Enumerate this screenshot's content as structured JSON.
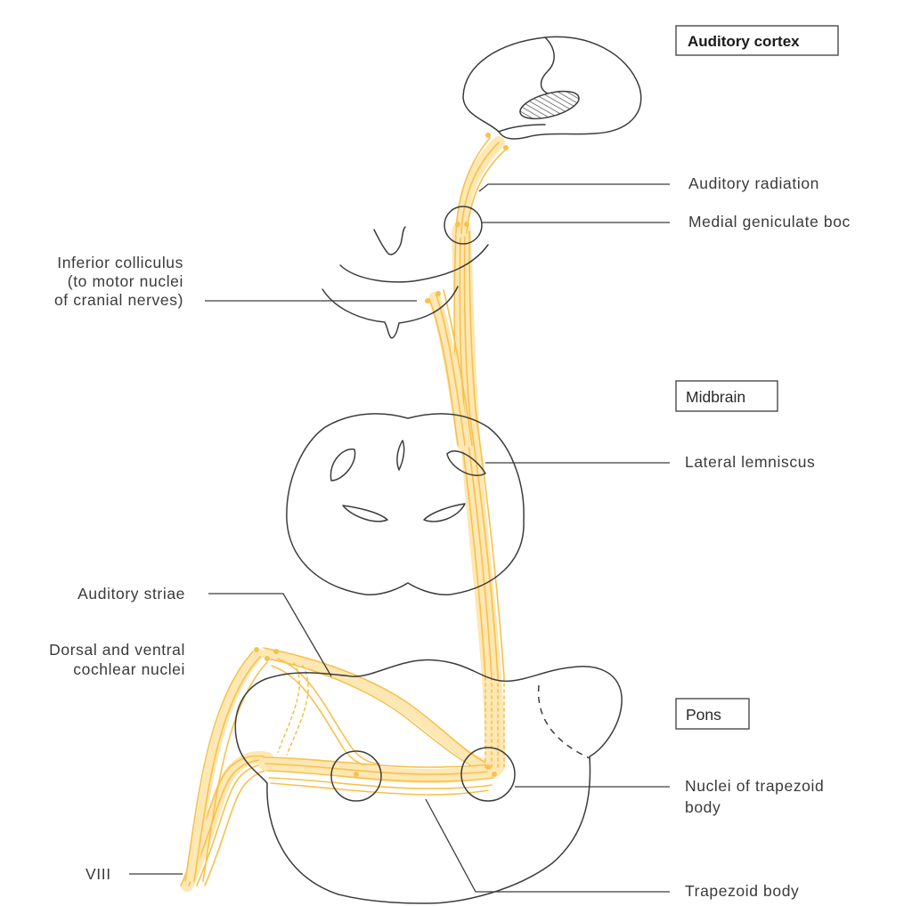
{
  "labels": {
    "auditory_cortex": "Auditory cortex",
    "auditory_radiation": "Auditory  radiation",
    "medial_geniculate": "Medial  geniculate  boc",
    "inferior_colliculus_1": "Inferior  colliculus",
    "inferior_colliculus_2": "(to  motor  nuclei",
    "inferior_colliculus_3": "of  cranial  nerves)",
    "midbrain": "Midbrain",
    "lateral_lemniscus": "Lateral  lemniscus",
    "auditory_striae": "Auditory  striae",
    "cochlear_nuclei_1": "Dorsal  and  ventral",
    "cochlear_nuclei_2": "cochlear  nuclei",
    "pons": "Pons",
    "trapezoid_nuclei_1": "Nuclei  of  trapezoid",
    "trapezoid_nuclei_2": "body",
    "nerve_viii": "VIII",
    "trapezoid_body": "Trapezoid  body"
  },
  "colors": {
    "pathway": "#f7c14c",
    "pathway_glow": "#fde7b3",
    "outline": "#3c3c3c"
  }
}
